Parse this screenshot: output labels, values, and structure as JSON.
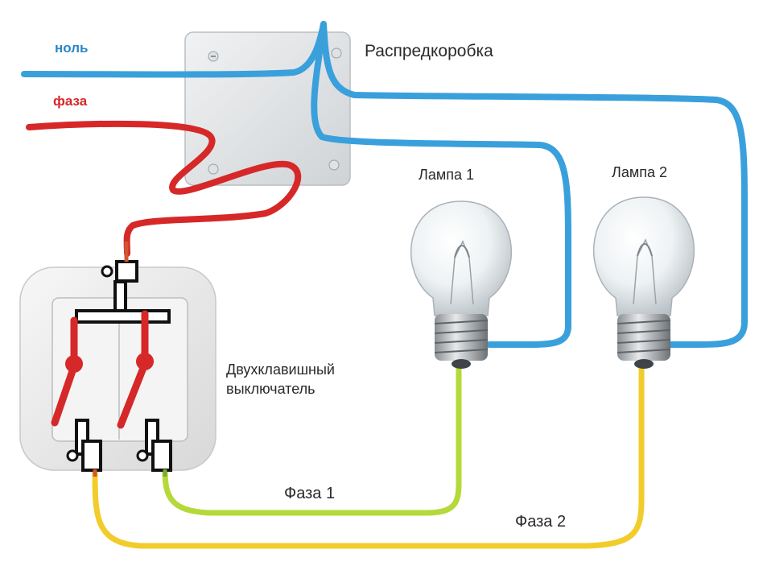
{
  "labels": {
    "zero": "ноль",
    "phase": "фаза",
    "junction_box": "Распредкоробка",
    "lamp1": "Лампа 1",
    "lamp2": "Лампа 2",
    "switch_line1": "Двухклавишный",
    "switch_line2": "выключатель",
    "phase1": "Фаза 1",
    "phase2": "Фаза 2"
  },
  "colors": {
    "neutral_wire": "#3aa0dc",
    "phase_wire": "#d62828",
    "phase1_wire": "#b5d93a",
    "phase2_wire": "#f2cc2a",
    "box_fill": "#e4e6e8",
    "switch_fill": "#eeeeee"
  },
  "icons": {
    "junction_box": "junction-box-icon",
    "lamp": "light-bulb-icon",
    "switch": "double-switch-icon"
  }
}
